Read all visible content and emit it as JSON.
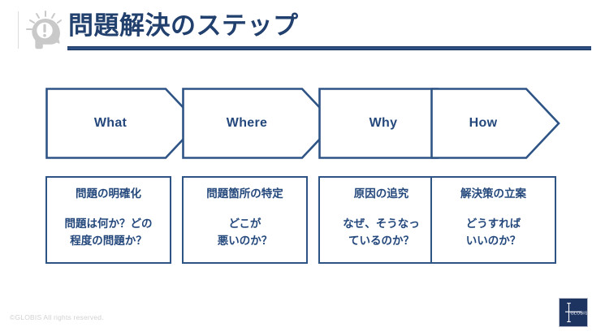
{
  "header": {
    "title": "問題解決のステップ",
    "icon": "idea-head-icon",
    "accent_color": "#22406e",
    "underline_color": "#2e4f81"
  },
  "process": {
    "arrow_color": "#2e5486",
    "text_color": "#24487c",
    "steps": [
      {
        "id": "what",
        "arrow_label": "What",
        "box_heading": "問題の明確化",
        "box_body": "問題は何か？どの\n程度の問題か？"
      },
      {
        "id": "where",
        "arrow_label": "Where",
        "box_heading": "問題箇所の特定",
        "box_body": "どこが\n悪いのか？"
      },
      {
        "id": "why",
        "arrow_label": "Why",
        "box_heading": "原因の追究",
        "box_body": "なぜ、そうなっ\nているのか？"
      },
      {
        "id": "how",
        "arrow_label": "How",
        "box_heading": "解決策の立案",
        "box_body": "どうすれば\nいいのか？"
      }
    ]
  },
  "footer": {
    "copyright": "©GLOBIS All rights reserved.",
    "logo_name": "globis-logo",
    "logo_color": "#1d3461"
  }
}
